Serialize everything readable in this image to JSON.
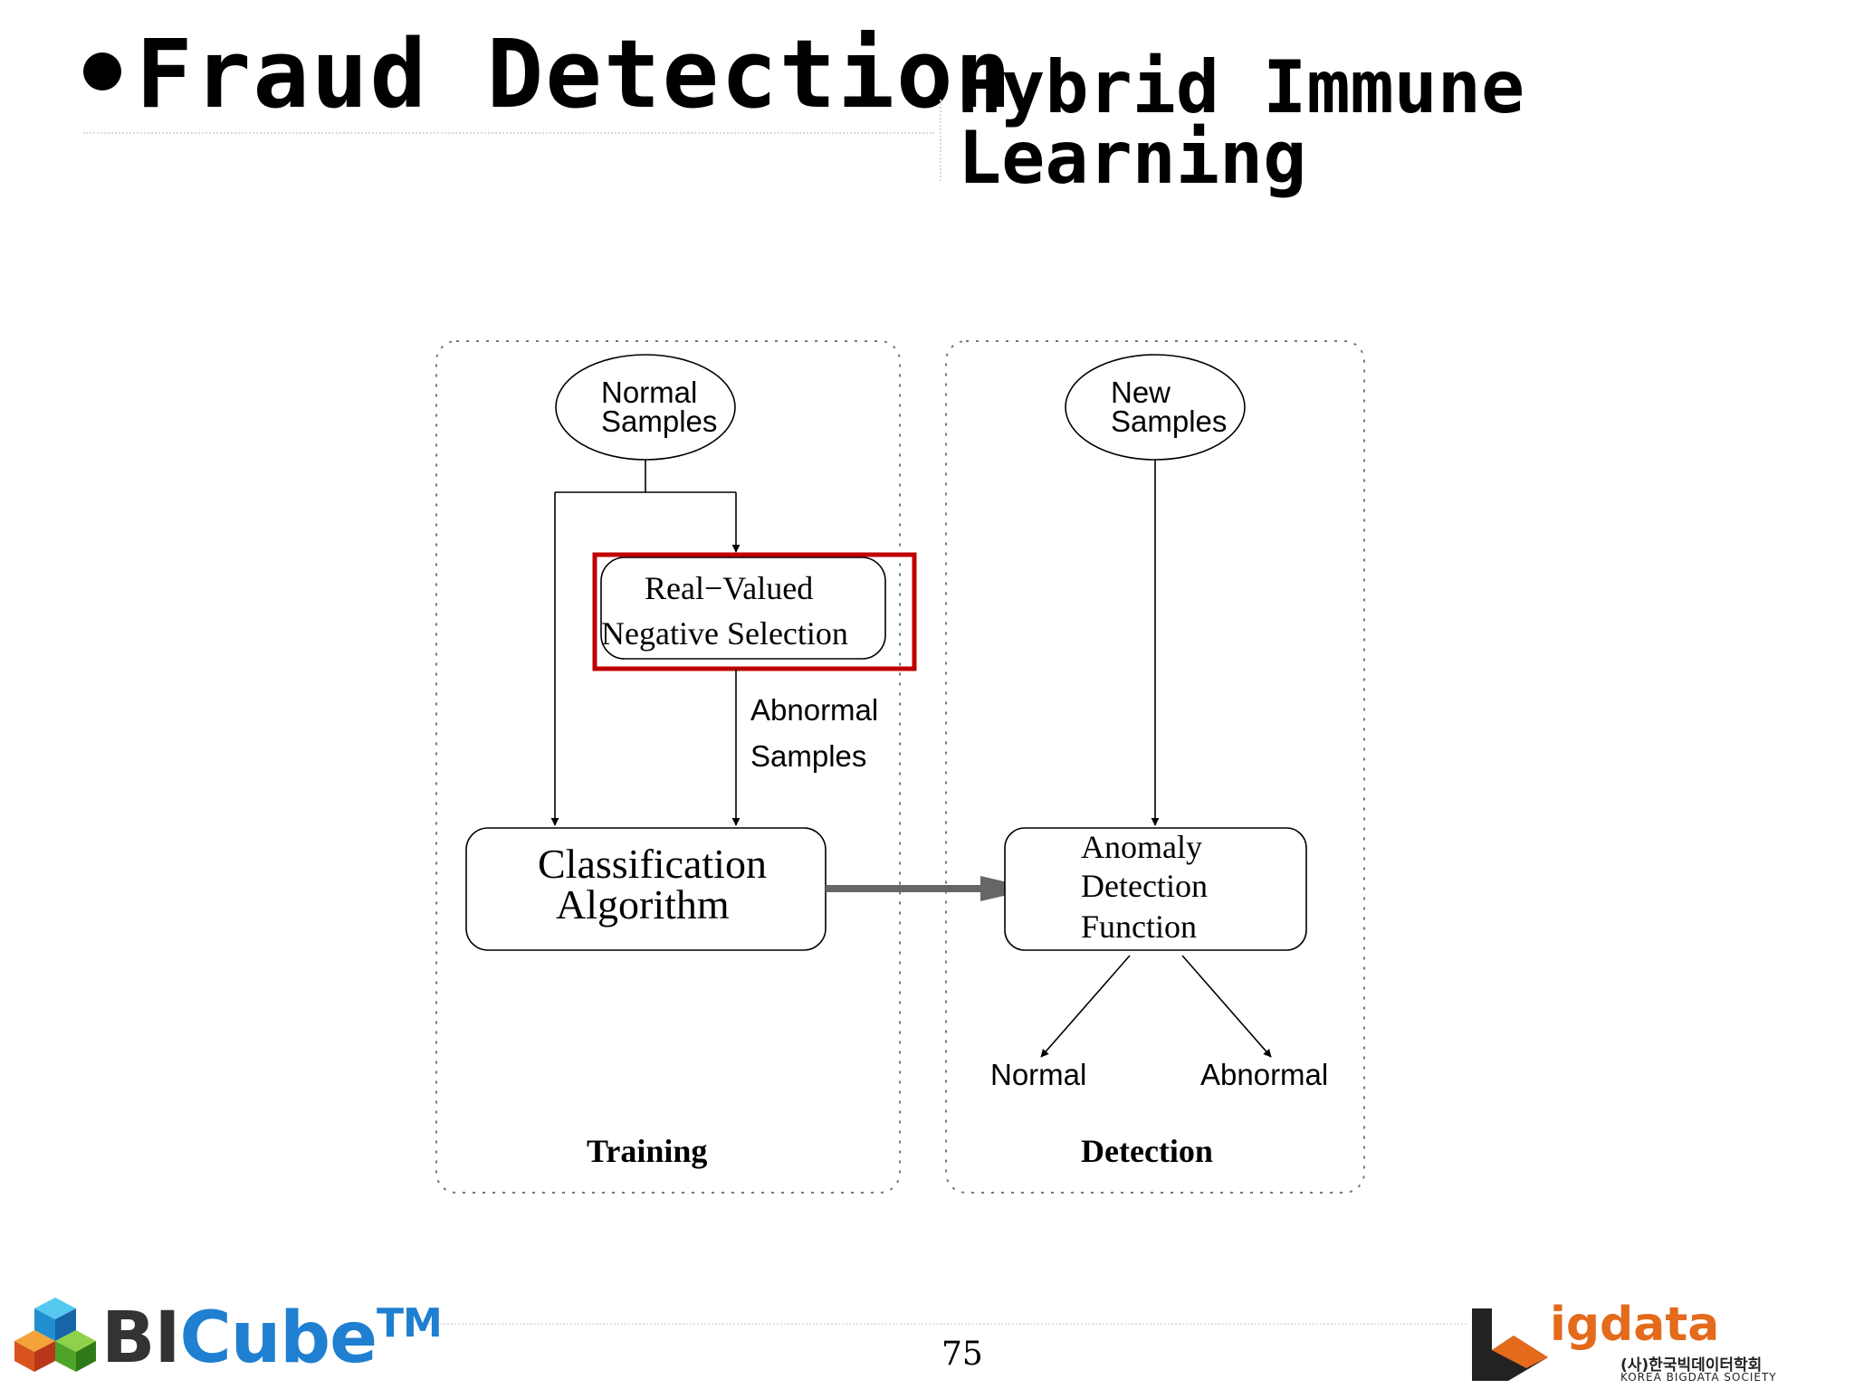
{
  "slide": {
    "title": "Fraud Detection",
    "subtitle_line1": "Hybrid Immune",
    "subtitle_line2": "Learning",
    "page_number": "75"
  },
  "diagram": {
    "training_panel_label": "Training",
    "detection_panel_label": "Detection",
    "normal_samples_line1": "Normal",
    "normal_samples_line2": "Samples",
    "new_samples_line1": "New",
    "new_samples_line2": "Samples",
    "negative_selection_line1": "Real−Valued",
    "negative_selection_line2": "Negative Selection",
    "abnormal_samples_line1": "Abnormal",
    "abnormal_samples_line2": "Samples",
    "classification_line1": "Classification",
    "classification_line2": "Algorithm",
    "anomaly_line1": "Anomaly",
    "anomaly_line2": "Detection",
    "anomaly_line3": "Function",
    "output_normal": "Normal",
    "output_abnormal": "Abnormal",
    "highlight_color": "#c00000"
  },
  "footer": {
    "bicube_bi": "BI",
    "bicube_cube": "Cube",
    "bicube_tm": "TM",
    "bigdata_word": "igdata",
    "bigdata_korean": "(사)한국빅데이터학회",
    "bigdata_english": "KOREA BIGDATA SOCIETY"
  }
}
